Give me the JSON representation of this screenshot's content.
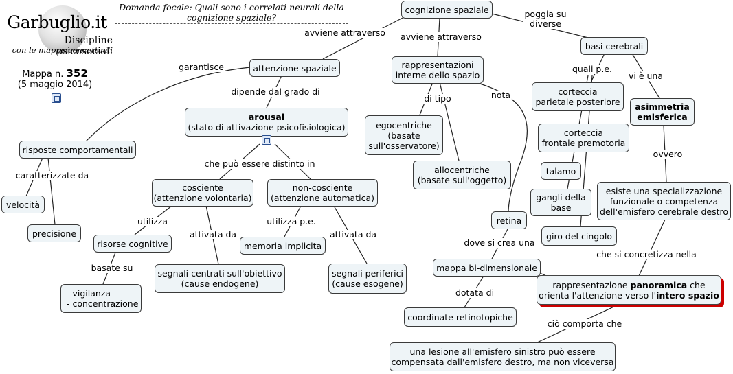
{
  "brand": {
    "title": "Garbuglio.it",
    "subtitle": "Discipline psicosociali",
    "tagline": "con le mappe concettuali",
    "map_label": "Mappa n.",
    "map_number": "352",
    "date": "(5 maggio 2014)"
  },
  "focal": {
    "line1": "Domanda focale:",
    "line2": "Quali sono i correlati neurali della cognizione spaziale?"
  },
  "nodes": {
    "cognizione": [
      "cognizione spaziale"
    ],
    "attenzione": [
      "attenzione spaziale"
    ],
    "rappresentazioni": [
      "rappresentazioni",
      "interne dello spazio"
    ],
    "basi": [
      "basi cerebrali"
    ],
    "risposte": [
      "risposte comportamentali"
    ],
    "arousal": [
      "arousal",
      "(stato di attivazione psicofisiologica)"
    ],
    "egocentriche": [
      "egocentriche",
      "(basate",
      "sull'osservatore)"
    ],
    "allocentriche": [
      "allocentriche",
      "(basate sull'oggetto)"
    ],
    "corteccia_par": [
      "corteccia",
      "parietale posteriore"
    ],
    "asimmetria": [
      "asimmetria",
      "emisferica"
    ],
    "corteccia_front": [
      "corteccia",
      "frontale premotoria"
    ],
    "talamo": [
      "talamo"
    ],
    "gangli": [
      "gangli della",
      "base"
    ],
    "giro": [
      "giro del cingolo"
    ],
    "esiste": [
      "esiste una specializzazione",
      "funzionale o competenza",
      "dell'emisfero cerebrale destro"
    ],
    "velocita": [
      "velocità"
    ],
    "precisione": [
      "precisione"
    ],
    "cosciente": [
      "cosciente",
      "(attenzione volontaria)"
    ],
    "noncosciente": [
      "non-cosciente",
      "(attenzione automatica)"
    ],
    "risorse": [
      "risorse cognitive"
    ],
    "memoria": [
      "memoria implicita"
    ],
    "retina": [
      "retina"
    ],
    "vigilanza": [
      "- vigilanza",
      "- concentrazione"
    ],
    "segnali_centrali": [
      "segnali centrati sull'obiettivo",
      "(cause endogene)"
    ],
    "segnali_periferici": [
      "segnali periferici",
      "(cause esogene)"
    ],
    "mappa": [
      "mappa bi-dimensionale"
    ],
    "panoramica": [
      "rappresentazione panoramica che",
      "orienta l'attenzione verso l'intero spazio"
    ],
    "coordinate": [
      "coordinate retinotopiche"
    ],
    "lesione": [
      "una lesione all'emisfero sinistro può essere",
      "compensata dall'emisfero destro, ma non viceversa"
    ]
  },
  "links": {
    "avviene1": "avviene attraverso",
    "avviene2": "avviene attraverso",
    "poggia": "poggia su\ndiverse",
    "garantisce": "garantisce",
    "dipende": "dipende dal grado di",
    "ditipo": "di tipo",
    "nota": "nota",
    "qualipe": "quali p.e.",
    "vieuna": "vi è una",
    "caratterizzate": "caratterizzate da",
    "chepuo": "che può essere distinto in",
    "ovvero": "ovvero",
    "utilizza": "utilizza",
    "attivata1": "attivata da",
    "utilizzape": "utilizza p.e.",
    "attivata2": "attivata da",
    "basatesu": "basate su",
    "dovesi": "dove si crea una",
    "concretizza": "che si concretizza nella",
    "dotata": "dotata di",
    "comporta": "ciò comporta che"
  },
  "colors": {
    "node_fill": "#eef4f7",
    "border": "#3a3a3a",
    "highlight_shadow": "#cc0000"
  }
}
